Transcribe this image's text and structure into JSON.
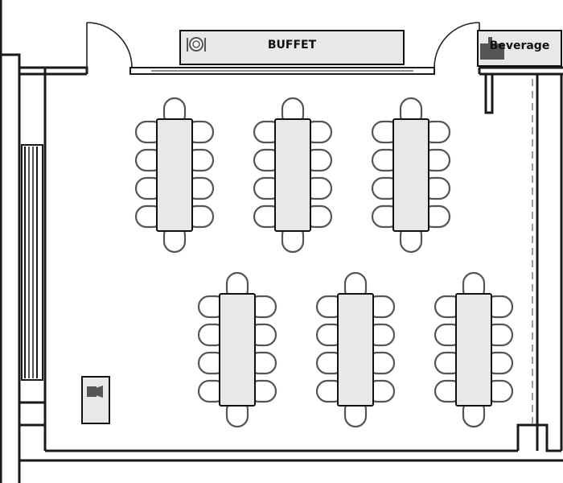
{
  "labels": {
    "buffet": "BUFFET",
    "beverage": "Beverage"
  },
  "icons": {
    "buffet": "plate-and-utensils-icon",
    "beverage": "dispenser-icon",
    "podium": "projector-icon"
  },
  "layout": {
    "banquet_tables": 6,
    "chairs_per_table": 10,
    "table_rows": 2,
    "tables_per_row": 3
  },
  "colors": {
    "table_fill": "#e6e8ea",
    "wall": "#1a1a1a",
    "chair_outline": "#555555"
  }
}
